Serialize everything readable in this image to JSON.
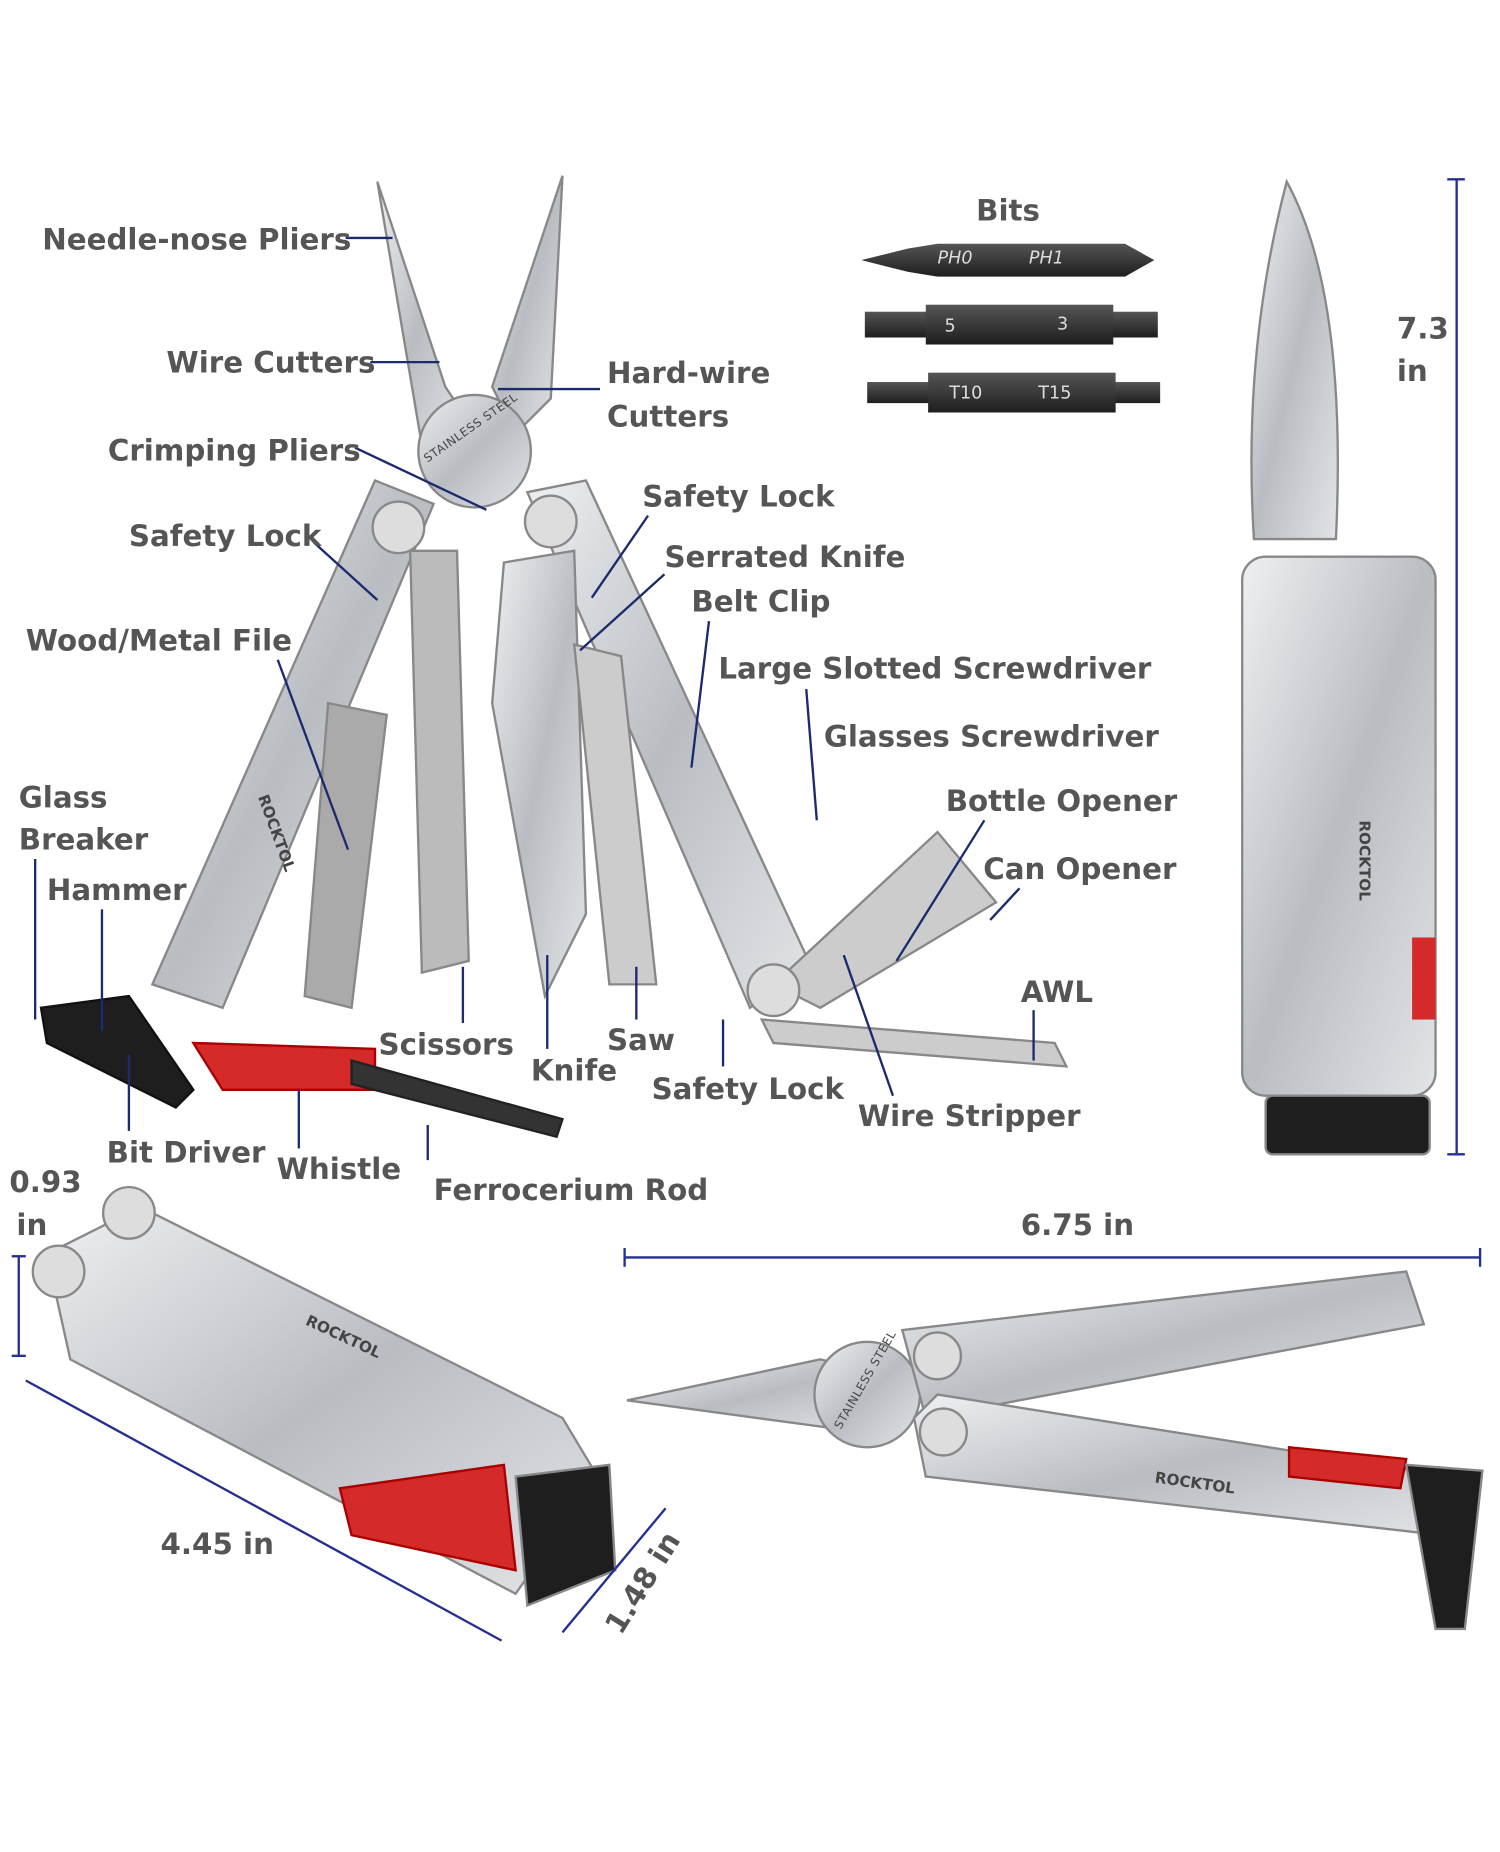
{
  "brand": "ROCKTOL",
  "engraving": "STAINLESS STEEL",
  "colors": {
    "label": "#555555",
    "leader": "#1c2a6e",
    "dimension": "#24308f",
    "steel": "#c9ccd0",
    "red": "#d42a2a",
    "black": "#1e1e1e"
  },
  "labels": {
    "needle_nose_pliers": "Needle-nose Pliers",
    "wire_cutters": "Wire Cutters",
    "hard_wire_1": "Hard-wire",
    "hard_wire_2": "Cutters",
    "crimping_pliers": "Crimping Pliers",
    "safety_lock_left": "Safety Lock",
    "safety_lock_top": "Safety Lock",
    "serrated_knife": "Serrated Knife",
    "belt_clip": "Belt Clip",
    "large_slotted_screwdriver": "Large Slotted Screwdriver",
    "glasses_screwdriver": "Glasses Screwdriver",
    "bottle_opener": "Bottle Opener",
    "can_opener": "Can Opener",
    "wood_metal_file": "Wood/Metal File",
    "glass_breaker_1": "Glass",
    "glass_breaker_2": "Breaker",
    "hammer": "Hammer",
    "awl": "AWL",
    "scissors": "Scissors",
    "knife": "Knife",
    "saw": "Saw",
    "safety_lock_bottom": "Safety Lock",
    "wire_stripper": "Wire Stripper",
    "bit_driver": "Bit Driver",
    "whistle": "Whistle",
    "ferrocerium_rod": "Ferrocerium Rod"
  },
  "bits": {
    "title": "Bits",
    "items": [
      {
        "left": "PH0",
        "right": "PH1"
      },
      {
        "left": "5",
        "right": "3"
      },
      {
        "left": "T10",
        "right": "T15"
      }
    ]
  },
  "dimensions": {
    "height_value": "7.3",
    "height_unit": "in",
    "thickness_value": "0.93",
    "thickness_unit": "in",
    "open_length": "6.75 in",
    "closed_length": "4.45 in",
    "width": "1.48 in"
  }
}
